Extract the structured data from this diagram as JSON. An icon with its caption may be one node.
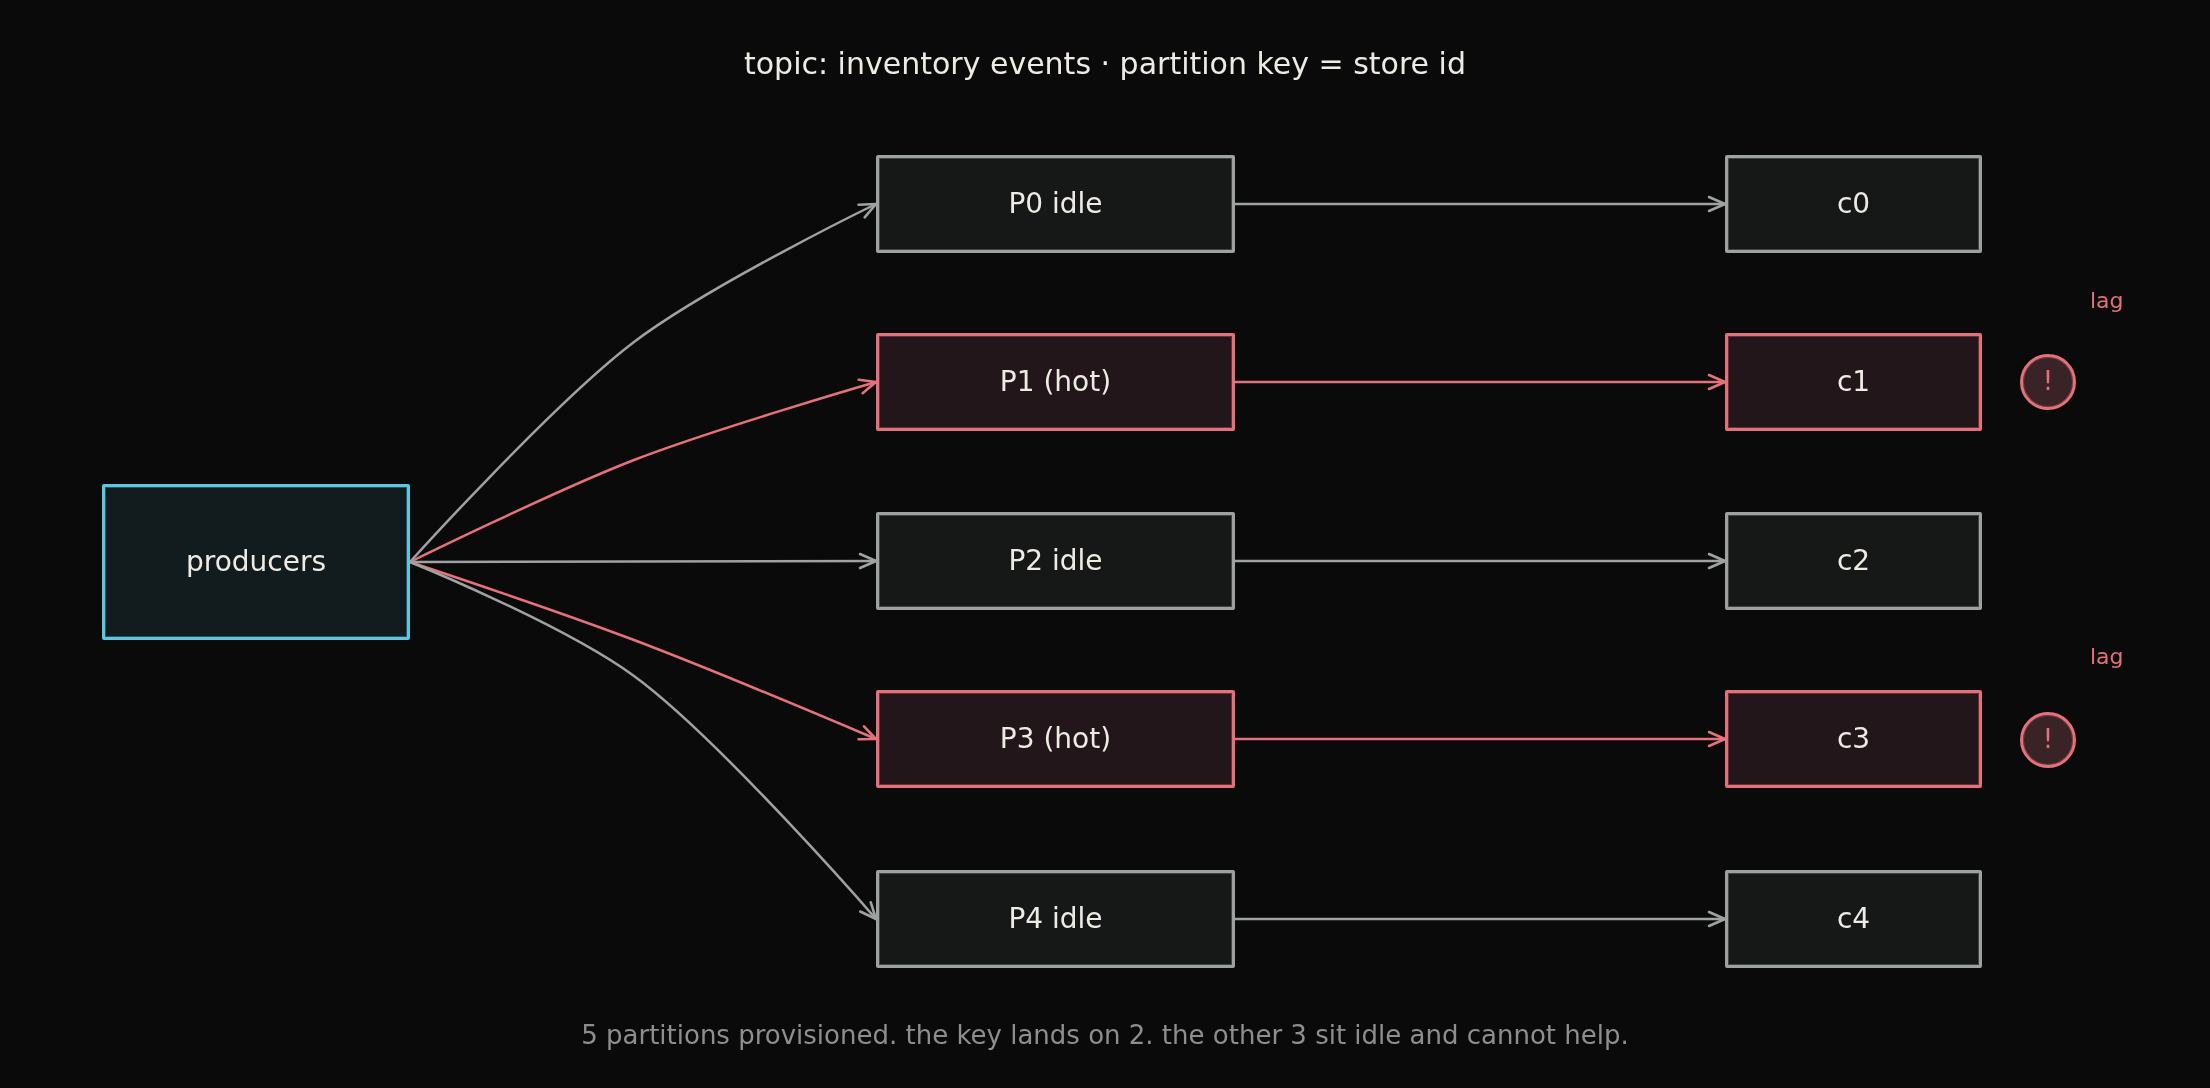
{
  "diagram": {
    "title": "topic: inventory events · partition key = store id",
    "caption": "5 partitions provisioned. the key lands on 2. the other 3 sit idle and cannot help.",
    "nodes": [
      {
        "text": [
          "producers"
        ]
      },
      {
        "text": [
          "P0 idle"
        ]
      },
      {
        "text": [
          "c0"
        ]
      },
      {
        "text": [
          "P1 (hot)"
        ]
      },
      {
        "text": [
          "c1"
        ]
      },
      {
        "text": [
          "!"
        ],
        "beside": [
          "lag"
        ]
      },
      {
        "text": [
          "P2 idle"
        ]
      },
      {
        "text": [
          "c2"
        ]
      },
      {
        "text": [
          "P3 (hot)"
        ]
      },
      {
        "text": [
          "c3"
        ]
      },
      {
        "text": [
          "!"
        ],
        "beside": [
          "lag"
        ]
      },
      {
        "text": [
          "P4 idle"
        ]
      },
      {
        "text": [
          "c4"
        ]
      }
    ],
    "edges": [
      {
        "from": 0,
        "to": 1,
        "arrow": "to"
      },
      {
        "from": 0,
        "to": 3,
        "arrow": "to",
        "color": "#e5727a"
      },
      {
        "from": 0,
        "to": 6,
        "arrow": "to"
      },
      {
        "from": 0,
        "to": 8,
        "arrow": "to",
        "color": "#e5727a"
      },
      {
        "from": 0,
        "to": 11,
        "arrow": "to"
      },
      {
        "from": 1,
        "to": 2,
        "arrow": "to"
      },
      {
        "from": 3,
        "to": 4,
        "arrow": "to",
        "color": "#e5727a"
      },
      {
        "from": 6,
        "to": 7,
        "arrow": "to"
      },
      {
        "from": 8,
        "to": 9,
        "arrow": "to",
        "color": "#e5727a"
      },
      {
        "from": 11,
        "to": 12,
        "arrow": "to"
      }
    ]
  }
}
